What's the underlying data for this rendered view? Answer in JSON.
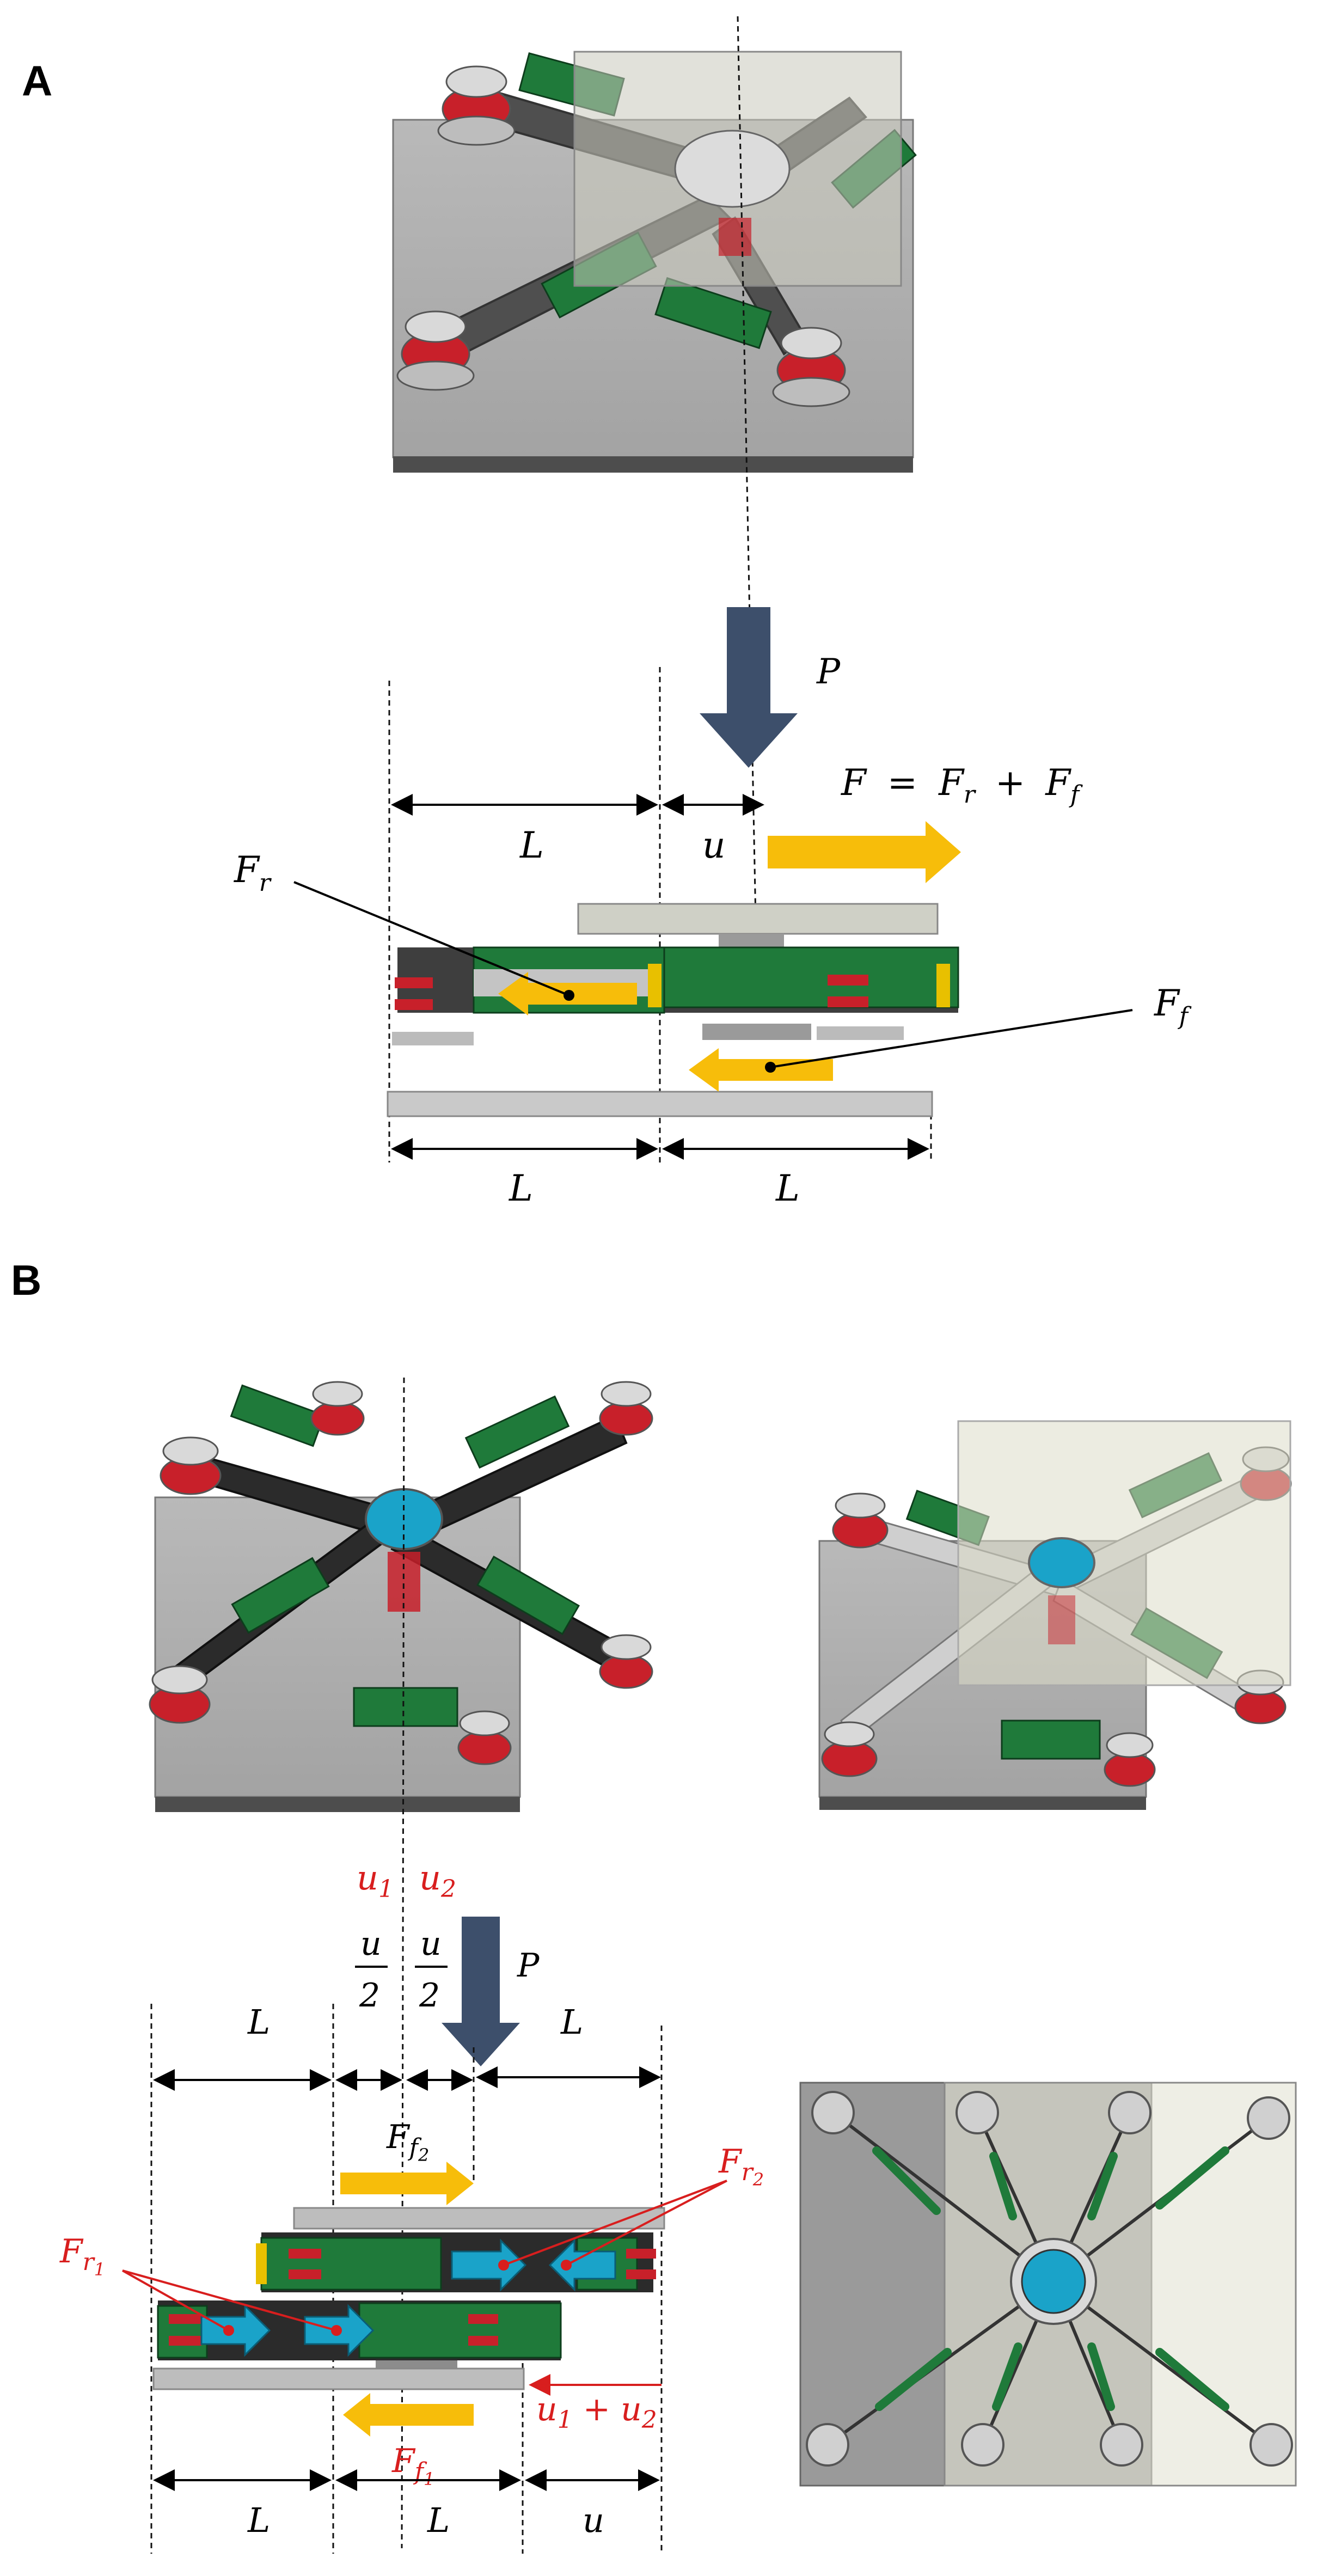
{
  "panels": [
    {
      "label": "A"
    },
    {
      "label": "B"
    }
  ],
  "panelA": {
    "load": {
      "symbol": "P"
    },
    "total_force": {
      "lhs": "F",
      "eq": "=",
      "t1": "F",
      "t1_sub": "r",
      "plus": "+",
      "t2": "F",
      "t2_sub": "f"
    },
    "Fr": {
      "base": "F",
      "sub": "r"
    },
    "Ff": {
      "base": "F",
      "sub": "f"
    },
    "dims_top": {
      "left": "L",
      "right": "u"
    },
    "dims_bottom": {
      "left": "L",
      "right": "L"
    }
  },
  "panelB": {
    "load": {
      "symbol": "P"
    },
    "u1": {
      "base": "u",
      "sub": "1"
    },
    "u2": {
      "base": "u",
      "sub": "2"
    },
    "half_u": {
      "num": "u",
      "den": "2"
    },
    "dims_top": {
      "left": "L",
      "right": "L"
    },
    "Ff2": {
      "base": "F",
      "sub": "f",
      "subsub": "2"
    },
    "Fr1": {
      "base": "F",
      "sub": "r",
      "subsub": "1"
    },
    "Fr2": {
      "base": "F",
      "sub": "r",
      "subsub": "2"
    },
    "Ff1": {
      "base": "F",
      "sub": "f",
      "subsub": "1"
    },
    "u1_plus_u2": {
      "a": "u",
      "a_sub": "1",
      "plus": " + ",
      "b": "u",
      "b_sub": "2"
    },
    "dims_bottom": {
      "left": "L",
      "mid": "L",
      "right": "u"
    }
  },
  "colors": {
    "load_arrow": "#3d4f6b",
    "force_arrow": "#f7bd0a",
    "red_label": "#d81e1e",
    "green_part": "#1f7a3a",
    "red_part": "#c8202a",
    "blue_hub": "#1aa3c9",
    "plate_gray": "#a8a8a8"
  }
}
